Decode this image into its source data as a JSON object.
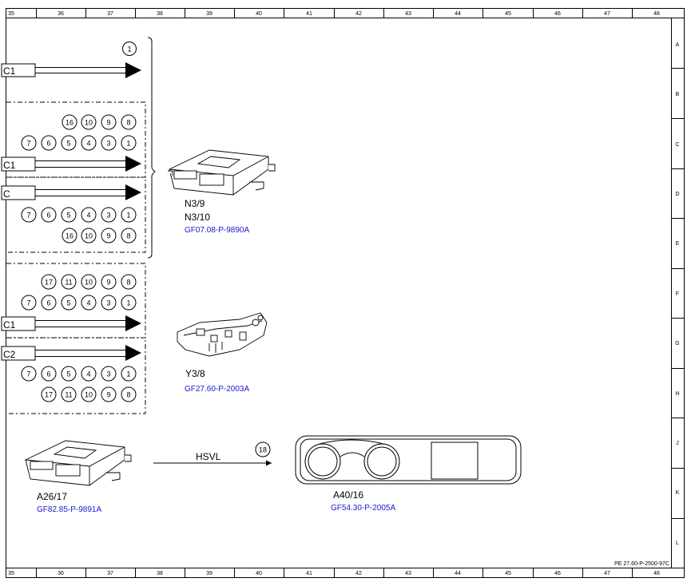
{
  "ruler": {
    "columns": [
      "35",
      "36",
      "37",
      "38",
      "39",
      "40",
      "41",
      "42",
      "43",
      "44",
      "45",
      "46",
      "47",
      "48"
    ],
    "rows": [
      "A",
      "B",
      "C",
      "D",
      "E",
      "F",
      "G",
      "H",
      "J",
      "K",
      "L"
    ]
  },
  "connectors": [
    {
      "name": "connector-c1-top",
      "label": "C1"
    },
    {
      "name": "connector-c1-mid",
      "label": "C1"
    },
    {
      "name": "connector-c",
      "label": "C"
    },
    {
      "name": "connector-c1-lower",
      "label": "C1"
    },
    {
      "name": "connector-c2",
      "label": "C2"
    }
  ],
  "markers": {
    "top": "1",
    "group1": {
      "row_a": [
        "16",
        "10",
        "9",
        "8"
      ],
      "row_b": [
        "7",
        "6",
        "5",
        "4",
        "3",
        "1"
      ]
    },
    "group2": {
      "row_a": [
        "7",
        "6",
        "5",
        "4",
        "3",
        "1"
      ],
      "row_b": [
        "16",
        "10",
        "9",
        "8"
      ]
    },
    "group3": {
      "row_a": [
        "17",
        "11",
        "10",
        "9",
        "8"
      ],
      "row_b": [
        "7",
        "6",
        "5",
        "4",
        "3",
        "1"
      ]
    },
    "group4": {
      "row_a": [
        "7",
        "6",
        "5",
        "4",
        "3",
        "1"
      ],
      "row_b": [
        "17",
        "11",
        "10",
        "9",
        "8"
      ]
    },
    "hsvl": "18"
  },
  "components": {
    "n3": {
      "label1": "N3/9",
      "label2": "N3/10",
      "ref": "GF07.08-P-9890A"
    },
    "y3": {
      "label": "Y3/8",
      "ref": "GF27.60-P-2003A"
    },
    "a26": {
      "label": "A26/17",
      "ref": "GF82.85-P-9891A"
    },
    "a40": {
      "label": "A40/16",
      "ref": "GF54.30-P-2005A"
    }
  },
  "signal_label": "HSVL",
  "doc_ref": "PE 27.60-P-2500-97C"
}
